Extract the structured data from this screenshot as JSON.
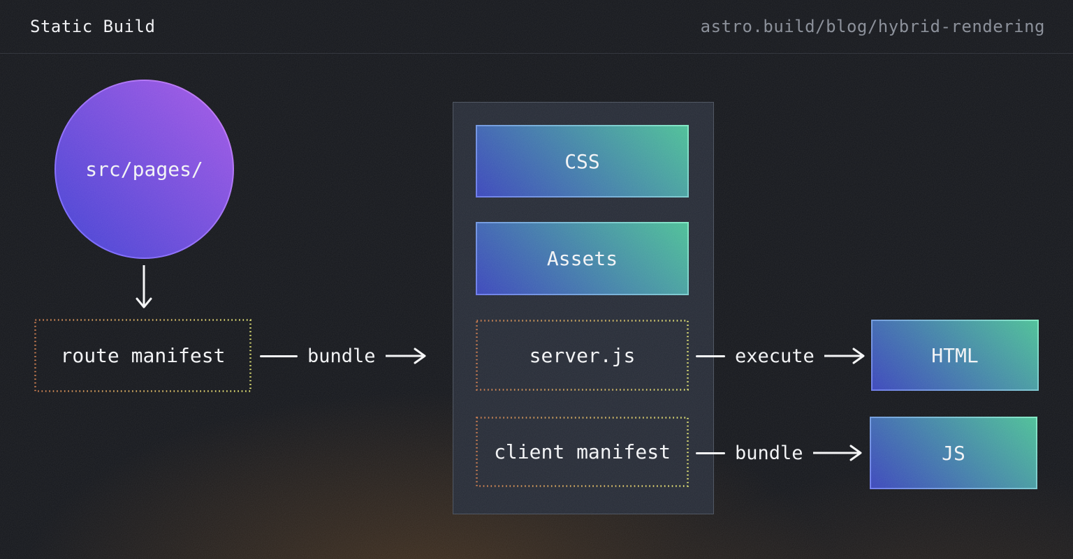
{
  "header": {
    "title": "Static Build",
    "url": "astro.build/blog/hybrid-rendering"
  },
  "diagram": {
    "source": {
      "label": "src/pages/"
    },
    "route_manifest": {
      "label": "route manifest"
    },
    "build_outputs": {
      "css": {
        "label": "CSS"
      },
      "assets": {
        "label": "Assets"
      },
      "server_js": {
        "label": "server.js"
      },
      "client_manifest": {
        "label": "client manifest"
      }
    },
    "results": {
      "html": {
        "label": "HTML"
      },
      "js": {
        "label": "JS"
      }
    },
    "connectors": {
      "bundle_left": {
        "label": "bundle"
      },
      "execute": {
        "label": "execute"
      },
      "bundle_right": {
        "label": "bundle"
      }
    }
  },
  "colors": {
    "background": "#15171c",
    "panel": "#262b36",
    "panel_border": "#4a515d",
    "header_text": "#eff0f3",
    "url_text": "#878c96",
    "label_text": "#f2f3f5",
    "arrow": "#f5f6f7",
    "header_border": "#2b2e36",
    "circle_gradient": [
      "#4241d2",
      "#a458e6"
    ],
    "circle_border_gradient": [
      "#6b66ff",
      "#c877f2"
    ],
    "box_gradient": [
      "#3a46bb",
      "#4cbf97"
    ],
    "box_border_gradient": [
      "#6b79ea",
      "#7fe8c2"
    ],
    "dotted_start": "#cd7a4a",
    "dotted_end": "#e5e671"
  }
}
